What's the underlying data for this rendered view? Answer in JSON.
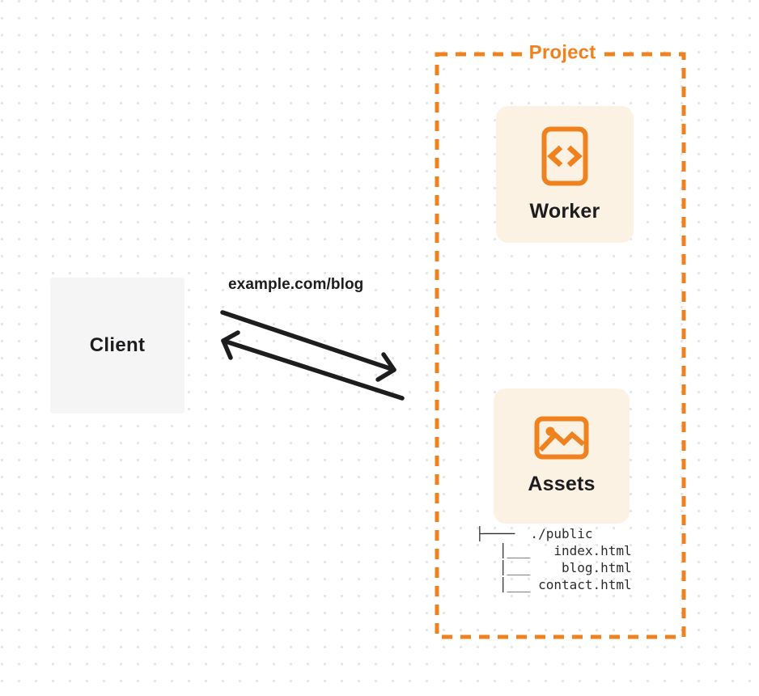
{
  "project": {
    "label": "Project",
    "worker_label": "Worker",
    "assets_label": "Assets",
    "file_tree": "├────  ./public\n   │___   index.html\n   │___    blog.html\n   │___ contact.html"
  },
  "client": {
    "label": "Client"
  },
  "request_label": "example.com/blog",
  "icons": {
    "worker_icon": "code-icon",
    "assets_icon": "image-icon"
  },
  "colors": {
    "accent_orange": "#F0811F",
    "card_background": "#FBF2E4",
    "client_background": "#F5F5F6",
    "arrow": "#1D1D1F",
    "text_dark": "#1D1D1F",
    "tree_text": "#2B2B2B",
    "dot_grid": "#E4E4E8"
  }
}
